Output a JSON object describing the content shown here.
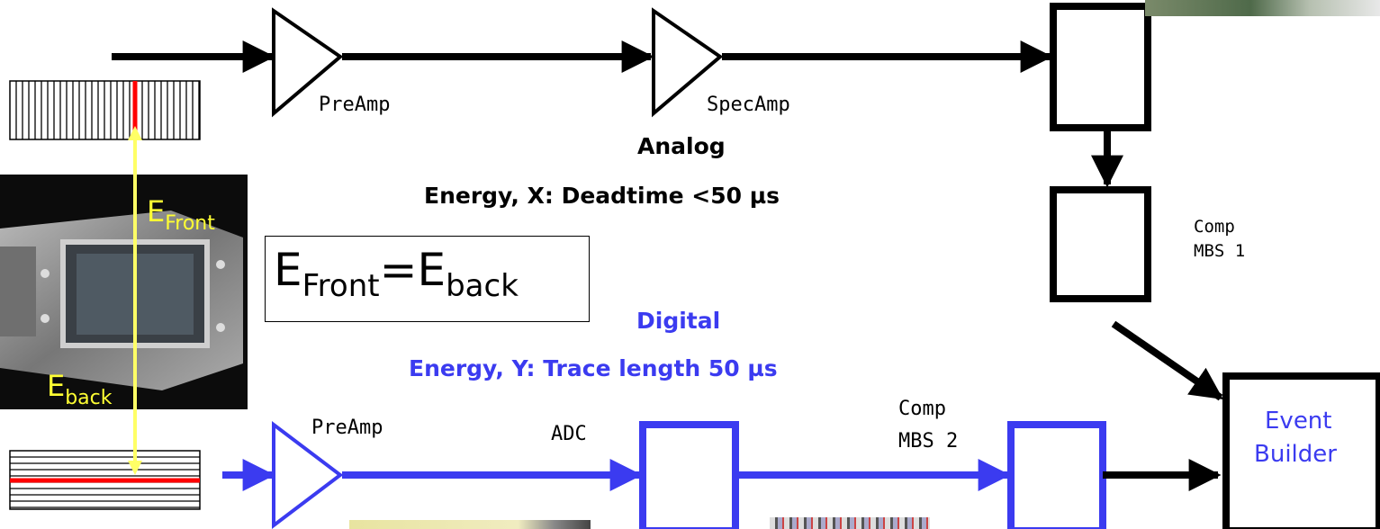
{
  "analog": {
    "preamp_label": "PreAmp",
    "specamp_label": "SpecAmp",
    "title": "Analog",
    "subtitle": "Energy, X: Deadtime <50 µs",
    "comp_label_line1": "Comp",
    "comp_label_line2": "MBS 1"
  },
  "digital": {
    "preamp_label": "PreAmp",
    "adc_label": "ADC",
    "title": "Digital",
    "subtitle": "Energy, Y: Trace length 50 µs",
    "comp_label_line1": "Comp",
    "comp_label_line2": "MBS 2"
  },
  "event_builder": {
    "line1": "Event",
    "line2": "Builder"
  },
  "detector": {
    "front_label_main": "E",
    "front_label_sub": "Front",
    "back_label_main": "E",
    "back_label_sub": "back"
  },
  "equation": {
    "left_main": "E",
    "left_sub": "Front",
    "equals": "=",
    "right_main": "E",
    "right_sub": "back"
  },
  "colors": {
    "analog": "#000000",
    "digital": "#3b3bf0",
    "signal_strip": "#ff0000",
    "energy_arrow": "#ffff66"
  }
}
